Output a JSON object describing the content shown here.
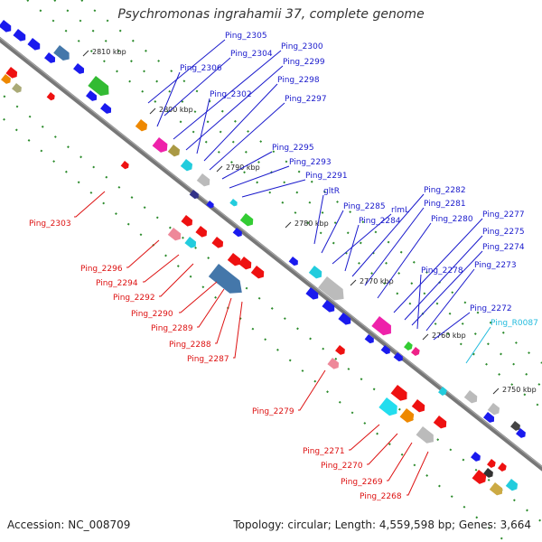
{
  "title": "Psychromonas ingrahamii 37, complete genome",
  "footer": {
    "accession": "Accession: NC_008709",
    "stats": "Topology: circular; Length: 4,559,598 bp; Genes: 3,664"
  },
  "colors": {
    "upper_label": "#1a1acc",
    "lower_label": "#dd1111",
    "rna_label": "#22bbdd",
    "backbone": "#777777"
  },
  "kbp_ticks": [
    "2810 kbp",
    "2800 kbp",
    "2790 kbp",
    "2780 kbp",
    "2770 kbp",
    "2760 kbp",
    "2750 kbp"
  ],
  "upper_labels": [
    "Ping_2305",
    "Ping_2304",
    "Ping_2306",
    "Ping_2300",
    "Ping_2299",
    "Ping_2302",
    "Ping_2298",
    "Ping_2297",
    "Ping_2295",
    "Ping_2293",
    "Ping_2291",
    "gltR",
    "Ping_2285",
    "rlmL",
    "Ping_2284",
    "Ping_2282",
    "Ping_2281",
    "Ping_2280",
    "Ping_2277",
    "Ping_2275",
    "Ping_2274",
    "Ping_2278",
    "Ping_2273",
    "Ping_2272"
  ],
  "rna_labels": [
    "Ping_R0087"
  ],
  "lower_labels": [
    "Ping_2303",
    "Ping_2296",
    "Ping_2294",
    "Ping_2292",
    "Ping_2290",
    "Ping_2289",
    "Ping_2288",
    "Ping_2287",
    "Ping_2279",
    "Ping_2271",
    "Ping_2270",
    "Ping_2269",
    "Ping_2268"
  ]
}
